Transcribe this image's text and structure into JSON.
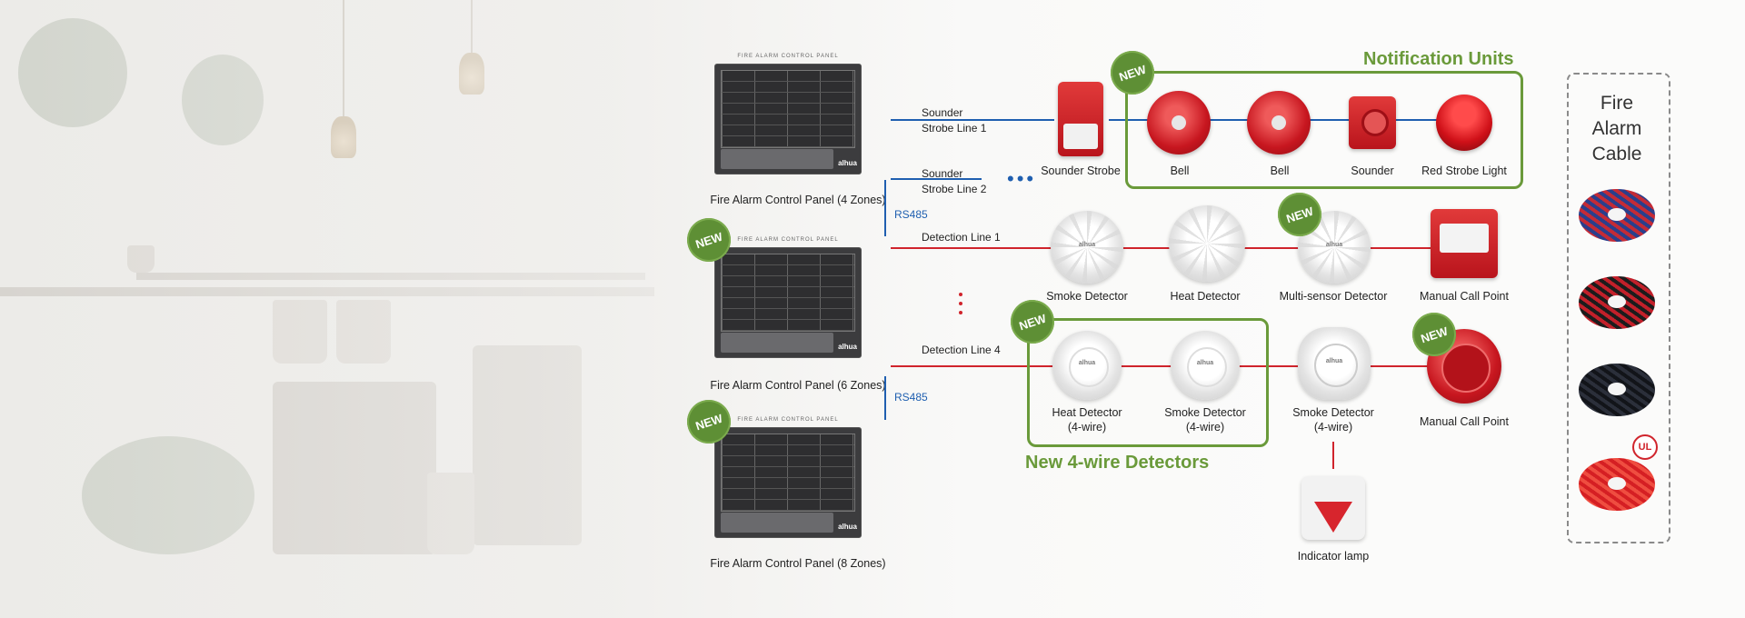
{
  "panels": [
    {
      "label": "Fire Alarm Control Panel (4 Zones)",
      "top_text": "FIRE ALARM CONTROL PANEL",
      "brand": "alhua"
    },
    {
      "label": "Fire Alarm Control Panel (6 Zones)",
      "top_text": "FIRE ALARM CONTROL PANEL",
      "brand": "alhua"
    },
    {
      "label": "Fire Alarm Control Panel (8 Zones)",
      "top_text": "FIRE ALARM CONTROL PANEL",
      "brand": "alhua"
    }
  ],
  "rs485": [
    "RS485",
    "RS485"
  ],
  "lines": {
    "sounder1": [
      "Sounder",
      "Strobe Line 1"
    ],
    "sounder2": [
      "Sounder",
      "Strobe Line 2"
    ],
    "detection1": "Detection Line 1",
    "detection4": "Detection Line 4"
  },
  "notification": {
    "title": "Notification Units",
    "sounder_strobe": "Sounder Strobe",
    "items": [
      "Bell",
      "Bell",
      "Sounder",
      "Red Strobe Light"
    ]
  },
  "detectors_row1": [
    "Smoke Detector",
    "Heat Detector",
    "Multi-sensor Detector",
    "Manual Call Point"
  ],
  "detectors_row2": [
    [
      "Heat Detector",
      "(4-wire)"
    ],
    [
      "Smoke Detector",
      "(4-wire)"
    ],
    [
      "Smoke Detector",
      "(4-wire)"
    ],
    [
      "Manual Call Point"
    ]
  ],
  "four_wire_title": "New 4-wire Detectors",
  "indicator": "Indicator lamp",
  "badge_text": "NEW",
  "cable": {
    "title": [
      "Fire",
      "Alarm",
      "Cable"
    ],
    "ul_mark": "UL"
  },
  "colors": {
    "blue_line": "#1f5fb0",
    "red_line": "#d0242c",
    "green": "#6a9a3a"
  }
}
